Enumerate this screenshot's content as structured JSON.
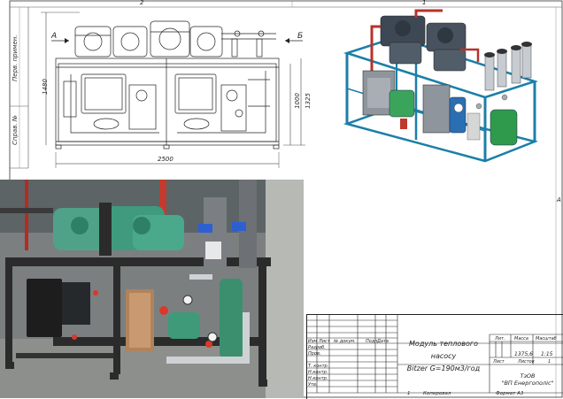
{
  "sheet": {
    "zone_top_left": "2",
    "zone_top_right": "1",
    "zone_right": "A"
  },
  "side_stamps": [
    "Перв. примен.",
    "Справ. №"
  ],
  "drawing": {
    "view_a": "А",
    "view_b": "Б",
    "dim_width": "2500",
    "dim_height_total": "1480",
    "dim_height_2": "1325",
    "dim_height_3": "1000"
  },
  "title_block": {
    "title_line1": "Модуль теплового насосу",
    "title_line2": "Bitzer G=190м3/год",
    "col_labels": [
      "Изм",
      "Лист",
      "№ докум.",
      "Подп.",
      "Дата"
    ],
    "row_labels": [
      "Разраб.",
      "Пров.",
      "Т. контр.",
      "Н.контр.",
      "Н.контр.",
      "Утв."
    ],
    "lit_label": "Лит.",
    "mass_label": "Масса",
    "scale_label": "Масштаб",
    "mass_value": "1375,6",
    "scale_value": "1:15",
    "sheet_label": "Лист",
    "sheets_label": "Листов",
    "sheets_value": "1",
    "org_line1": "ТзОВ",
    "org_line2": "\"ВП Енергополіс\"",
    "copied_label": "Копировал",
    "format_label": "Формат А3",
    "copied_num": "1"
  }
}
